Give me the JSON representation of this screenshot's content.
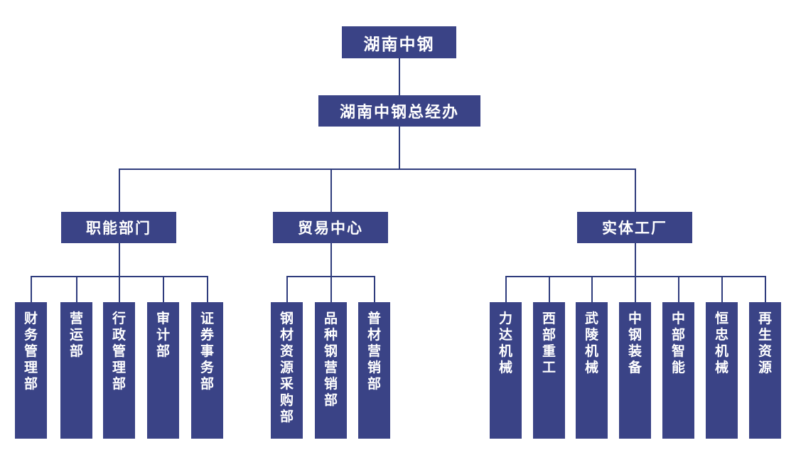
{
  "org_chart": {
    "type": "org-tree",
    "root": {
      "label": "湖南中钢"
    },
    "level2": {
      "label": "湖南中钢总经办"
    },
    "groups": [
      {
        "label": "职能部门",
        "children": [
          "财务管理部",
          "营运部",
          "行政管理部",
          "审计部",
          "证券事务部"
        ]
      },
      {
        "label": "贸易中心",
        "children": [
          "钢材资源采购部",
          "品种钢营销部",
          "普材营销部"
        ]
      },
      {
        "label": "实体工厂",
        "children": [
          "力达机械",
          "西部重工",
          "武陵机械",
          "中钢装备",
          "中部智能",
          "恒忠机械",
          "再生资源"
        ]
      }
    ],
    "colors": {
      "box_fill": "#3a4386",
      "line": "#2f3c7d",
      "text": "#ffffff",
      "background": "#ffffff"
    }
  }
}
